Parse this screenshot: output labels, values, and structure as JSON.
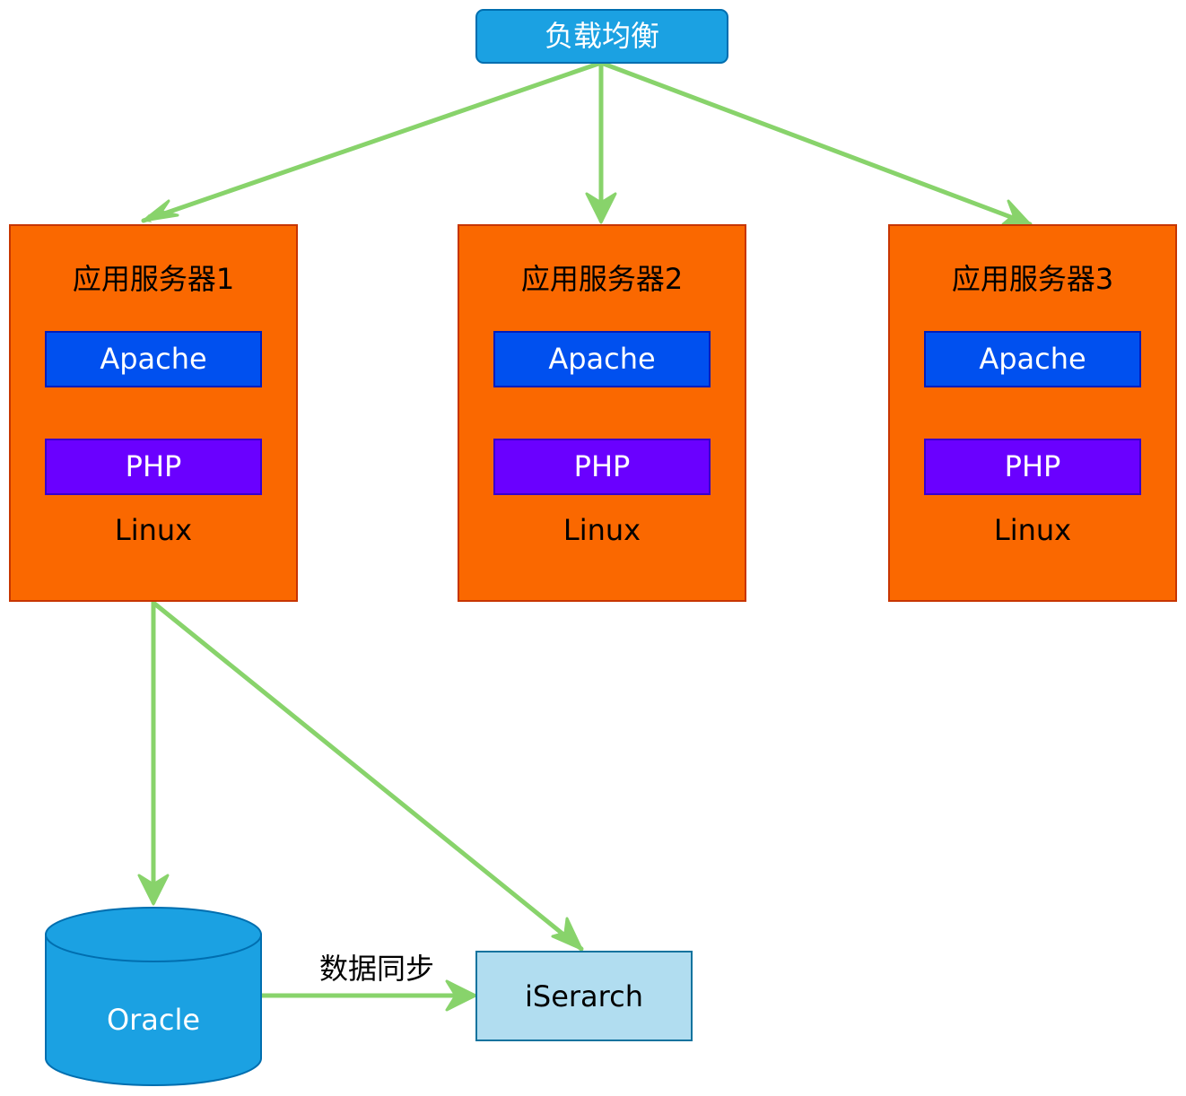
{
  "load_balancer": {
    "label": "负载均衡"
  },
  "servers": [
    {
      "title": "应用服务器1",
      "web": "Apache",
      "lang": "PHP",
      "os": "Linux"
    },
    {
      "title": "应用服务器2",
      "web": "Apache",
      "lang": "PHP",
      "os": "Linux"
    },
    {
      "title": "应用服务器3",
      "web": "Apache",
      "lang": "PHP",
      "os": "Linux"
    }
  ],
  "database": {
    "label": "Oracle"
  },
  "search": {
    "label": "iSerarch"
  },
  "sync_edge": {
    "label": "数据同步"
  },
  "colors": {
    "load_balancer": "#1ba1e2",
    "server": "#fa6800",
    "apache": "#0050ef",
    "php": "#6a00ff",
    "database": "#1ba1e2",
    "search": "#b1ddf0",
    "arrow": "#88d36b"
  }
}
